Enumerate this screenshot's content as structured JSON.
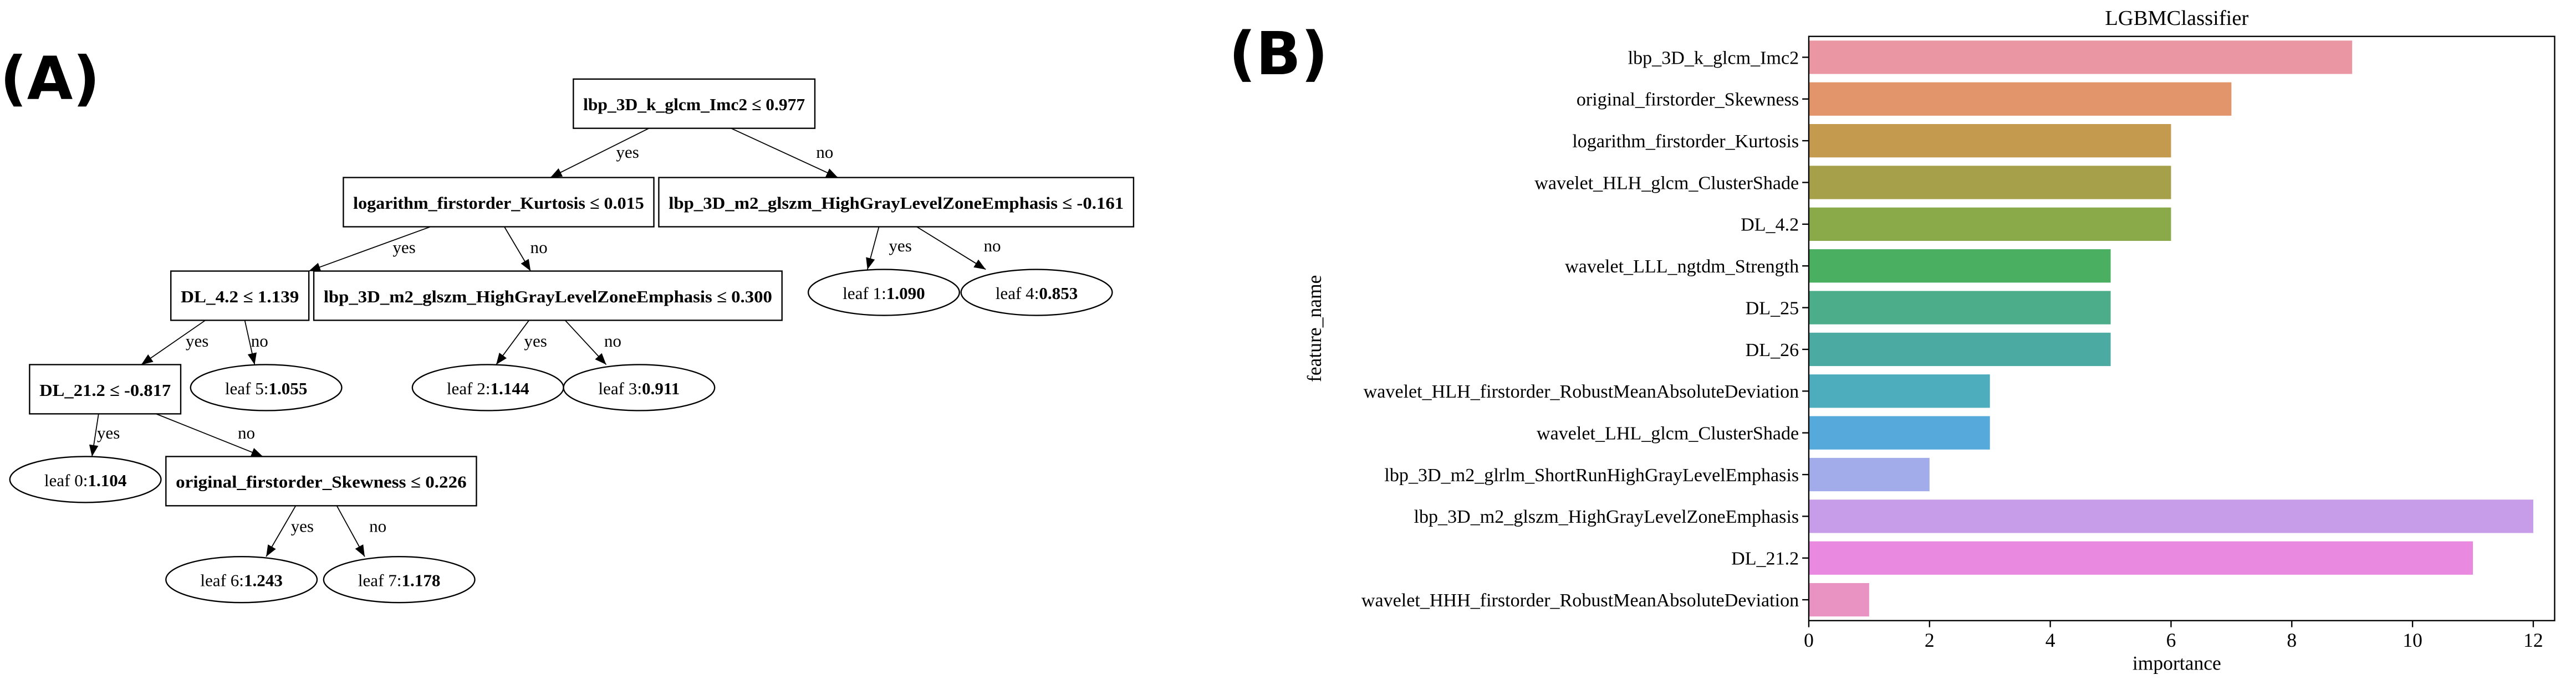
{
  "panel_a": {
    "label": "(A)",
    "tree": {
      "split_nodes": [
        {
          "id": "n0",
          "feature": "lbp_3D_k_glcm_Imc2",
          "op": "≤",
          "threshold": "0.977"
        },
        {
          "id": "n1",
          "feature": "logarithm_firstorder_Kurtosis",
          "op": "≤",
          "threshold": "0.015"
        },
        {
          "id": "n2",
          "feature": "lbp_3D_m2_glszm_HighGrayLevelZoneEmphasis",
          "op": "≤",
          "threshold": "-0.161"
        },
        {
          "id": "n3",
          "feature": "DL_4.2",
          "op": "≤",
          "threshold": "1.139"
        },
        {
          "id": "n4",
          "feature": "lbp_3D_m2_glszm_HighGrayLevelZoneEmphasis",
          "op": "≤",
          "threshold": "0.300"
        },
        {
          "id": "n5",
          "feature": "DL_21.2",
          "op": "≤",
          "threshold": "-0.817"
        },
        {
          "id": "n6",
          "feature": "original_firstorder_Skewness",
          "op": "≤",
          "threshold": "0.226"
        }
      ],
      "leaves": [
        {
          "id": "l0",
          "label": "leaf 0:",
          "value": "1.104"
        },
        {
          "id": "l1",
          "label": "leaf 1:",
          "value": "1.090"
        },
        {
          "id": "l2",
          "label": "leaf 2:",
          "value": "1.144"
        },
        {
          "id": "l3",
          "label": "leaf 3:",
          "value": "0.911"
        },
        {
          "id": "l4",
          "label": "leaf 4:",
          "value": "0.853"
        },
        {
          "id": "l5",
          "label": "leaf 5:",
          "value": "1.055"
        },
        {
          "id": "l6",
          "label": "leaf 6:",
          "value": "1.243"
        },
        {
          "id": "l7",
          "label": "leaf 7:",
          "value": "1.178"
        }
      ],
      "edges": [
        {
          "from": "n0",
          "to": "n1",
          "label": "yes"
        },
        {
          "from": "n0",
          "to": "n2",
          "label": "no"
        },
        {
          "from": "n1",
          "to": "n3",
          "label": "yes"
        },
        {
          "from": "n1",
          "to": "n4",
          "label": "no"
        },
        {
          "from": "n2",
          "to": "l1",
          "label": "yes"
        },
        {
          "from": "n2",
          "to": "l4",
          "label": "no"
        },
        {
          "from": "n3",
          "to": "n5",
          "label": "yes"
        },
        {
          "from": "n3",
          "to": "l5",
          "label": "no"
        },
        {
          "from": "n4",
          "to": "l2",
          "label": "yes"
        },
        {
          "from": "n4",
          "to": "l3",
          "label": "no"
        },
        {
          "from": "n5",
          "to": "l0",
          "label": "yes"
        },
        {
          "from": "n5",
          "to": "n6",
          "label": "no"
        },
        {
          "from": "n6",
          "to": "l6",
          "label": "yes"
        },
        {
          "from": "n6",
          "to": "l7",
          "label": "no"
        }
      ]
    }
  },
  "panel_b": {
    "label": "(B)"
  },
  "chart_data": {
    "type": "bar",
    "orientation": "horizontal",
    "title": "LGBMClassifier",
    "xlabel": "importance",
    "ylabel": "feature_name",
    "xlim": [
      0,
      12.5
    ],
    "xticks": [
      0,
      2,
      4,
      6,
      8,
      10,
      12
    ],
    "grid": false,
    "categories": [
      "lbp_3D_k_glcm_Imc2",
      "original_firstorder_Skewness",
      "logarithm_firstorder_Kurtosis",
      "wavelet_HLH_glcm_ClusterShade",
      "DL_4.2",
      "wavelet_LLL_ngtdm_Strength",
      "DL_25",
      "DL_26",
      "wavelet_HLH_firstorder_RobustMeanAbsoluteDeviation",
      "wavelet_LHL_glcm_ClusterShade",
      "lbp_3D_m2_glrlm_ShortRunHighGrayLevelEmphasis",
      "lbp_3D_m2_glszm_HighGrayLevelZoneEmphasis",
      "DL_21.2",
      "wavelet_HHH_firstorder_RobustMeanAbsoluteDeviation"
    ],
    "values": [
      9,
      7,
      6,
      6,
      6,
      5,
      5,
      5,
      3,
      3,
      2,
      12,
      11,
      1
    ],
    "colors": [
      "#ea96a3",
      "#e2946a",
      "#c39a4e",
      "#a7a04a",
      "#8aaa4a",
      "#4aaf60",
      "#4bad8a",
      "#4baba3",
      "#4eadbd",
      "#55aadb",
      "#a2acea",
      "#c79de9",
      "#e98ae0",
      "#e893c2"
    ]
  }
}
